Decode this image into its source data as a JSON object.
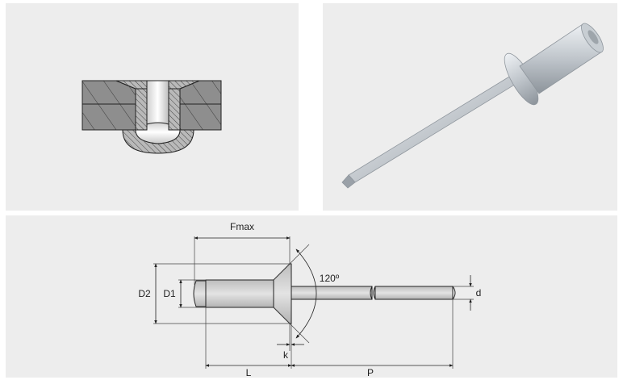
{
  "panels": {
    "section_view": {
      "name": "countersunk-rivet-installed-section"
    },
    "product_photo": {
      "name": "countersunk-blind-rivet-photo"
    },
    "dimension_drawing": {
      "labels": {
        "fmax": "Fmax",
        "d2": "D2",
        "d1": "D1",
        "angle": "120º",
        "k": "k",
        "l": "L",
        "p": "P",
        "d": "d"
      }
    }
  },
  "colors": {
    "panel_background": "#ededed",
    "material_fill": "#8c8c8c",
    "rivet_fill": "#d7d7d7",
    "outline": "#222222"
  }
}
